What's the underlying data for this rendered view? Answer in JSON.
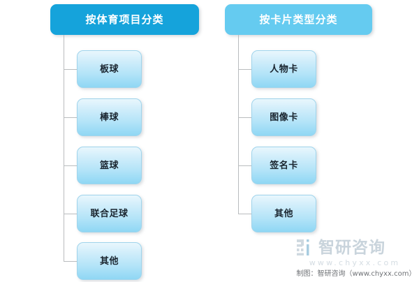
{
  "diagram": {
    "title_visible": false,
    "background_color": "#ffffff",
    "columns": [
      {
        "id": "by-sport",
        "root": {
          "label": "按体育项目分类",
          "color": "#15a3db",
          "text_color": "#ffffff"
        },
        "children": [
          {
            "label": "板球"
          },
          {
            "label": "棒球"
          },
          {
            "label": "篮球"
          },
          {
            "label": "联合足球"
          },
          {
            "label": "其他"
          }
        ]
      },
      {
        "id": "by-card-type",
        "root": {
          "label": "按卡片类型分类",
          "color": "#65cbf0",
          "text_color": "#ffffff"
        },
        "children": [
          {
            "label": "人物卡"
          },
          {
            "label": "图像卡"
          },
          {
            "label": "签名卡"
          },
          {
            "label": "其他"
          }
        ]
      }
    ],
    "connector_color": "#b9bcbe",
    "child_border_color": "#9fd4ec"
  },
  "watermark": {
    "logo_icon": "chyxx-logo-icon",
    "brand": "智研咨询",
    "url": "www.chyxx.com",
    "caption": "制图：智研咨询（www.chyxx.com）",
    "brand_color": "#c9d4dc"
  }
}
